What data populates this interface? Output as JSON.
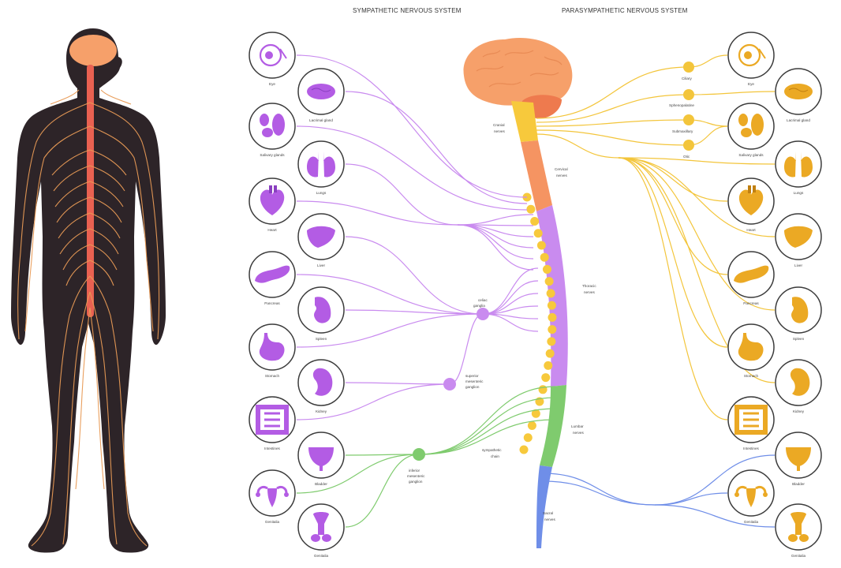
{
  "titles": {
    "sympathetic": "SYMPATHETIC NERVOUS SYSTEM",
    "parasympathetic": "PARASYMPATHETIC NERVOUS SYSTEM"
  },
  "colors": {
    "sympathetic": "#c98bef",
    "sympathetic_organ": "#b35ce4",
    "parasympathetic": "#f3c53b",
    "parasympathetic_organ": "#eba924",
    "lumbar": "#7fcb6e",
    "sacral": "#6f8ee8",
    "cervical": "#f59462",
    "brain": "#f6a06a",
    "figure": "#2d2428",
    "figure_nerves": "#e89a56",
    "spinal_cord": "#e96151"
  },
  "left_organs": [
    {
      "icon": "eye-icon",
      "label": "Eye"
    },
    {
      "icon": "lacrimal-gland-icon",
      "label": "Lacrimal gland"
    },
    {
      "icon": "salivary-glands-icon",
      "label": "Salivary glands"
    },
    {
      "icon": "lungs-icon",
      "label": "Lungs"
    },
    {
      "icon": "heart-icon",
      "label": "Heart"
    },
    {
      "icon": "liver-icon",
      "label": "Liver"
    },
    {
      "icon": "pancreas-icon",
      "label": "Pancreas"
    },
    {
      "icon": "spleen-icon",
      "label": "Spleen"
    },
    {
      "icon": "stomach-icon",
      "label": "Stomach"
    },
    {
      "icon": "kidney-icon",
      "label": "Kidney"
    },
    {
      "icon": "intestines-icon",
      "label": "Intestines"
    },
    {
      "icon": "bladder-icon",
      "label": "Bladder"
    },
    {
      "icon": "genitalia-female-icon",
      "label": "Genitalia"
    },
    {
      "icon": "genitalia-male-icon",
      "label": "Genitalia"
    }
  ],
  "right_organs": [
    {
      "icon": "eye-icon",
      "label": "Eye"
    },
    {
      "icon": "lacrimal-gland-icon",
      "label": "Lacrimal gland"
    },
    {
      "icon": "salivary-glands-icon",
      "label": "Salivary glands"
    },
    {
      "icon": "lungs-icon",
      "label": "Lungs"
    },
    {
      "icon": "heart-icon",
      "label": "Heart"
    },
    {
      "icon": "liver-icon",
      "label": "Liver"
    },
    {
      "icon": "pancreas-icon",
      "label": "Pancreas"
    },
    {
      "icon": "spleen-icon",
      "label": "Spleen"
    },
    {
      "icon": "stomach-icon",
      "label": "Stomach"
    },
    {
      "icon": "kidney-icon",
      "label": "Kidney"
    },
    {
      "icon": "intestines-icon",
      "label": "Intestines"
    },
    {
      "icon": "bladder-icon",
      "label": "Bladder"
    },
    {
      "icon": "genitalia-female-icon",
      "label": "Genitalia"
    },
    {
      "icon": "genitalia-male-icon",
      "label": "Genitalia"
    }
  ],
  "ganglia": {
    "ciliary": "Ciliary",
    "sphenopalatine": "Sphenopalatine",
    "submaxillary": "Submaxillary",
    "otic": "Otic",
    "celiac_1": "celiac",
    "celiac_2": "ganglia",
    "superior_mesenteric_1": "superior",
    "superior_mesenteric_2": "mesenteric",
    "superior_mesenteric_3": "ganglion",
    "inferior_mesenteric_1": "inferior",
    "inferior_mesenteric_2": "mesenteric",
    "inferior_mesenteric_3": "ganglion"
  },
  "spine_labels": {
    "cranial_1": "Cranial",
    "cranial_2": "nerves",
    "cervical_1": "Cervical",
    "cervical_2": "nerves",
    "thoracic_1": "Thoracic",
    "thoracic_2": "nerves",
    "lumbar_1": "Lumbar",
    "lumbar_2": "nerves",
    "sacral_1": "Sacral",
    "sacral_2": "nerves",
    "sympathetic_chain_1": "sympathetic",
    "sympathetic_chain_2": "chain"
  }
}
